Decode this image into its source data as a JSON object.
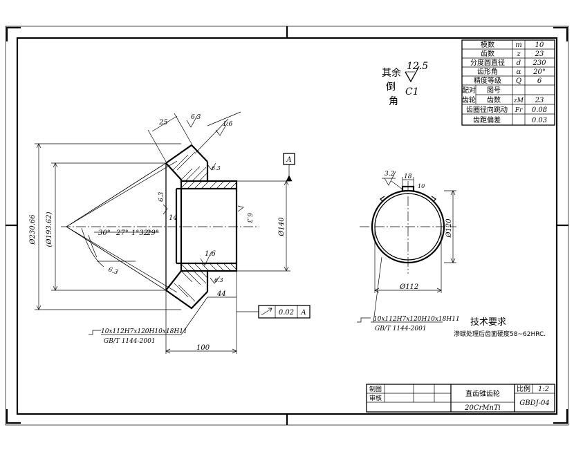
{
  "gear_table": {
    "rows": [
      {
        "label": "模数",
        "symbol": "m",
        "value": "10"
      },
      {
        "label": "齿数",
        "symbol": "z",
        "value": "23"
      },
      {
        "label": "分度圆直径",
        "symbol": "d",
        "value": "230"
      },
      {
        "label": "齿形角",
        "symbol": "α",
        "value": "20°"
      },
      {
        "label": "精度等级",
        "symbol": "Q",
        "value": "6"
      }
    ],
    "mating_label_a": "配对",
    "mating_label_b": "齿轮",
    "drawing_no_label": "图号",
    "teeth_label": "齿数",
    "teeth_symbol": "zM",
    "teeth_value": "23",
    "runout_label": "齿圈径向跳动",
    "runout_symbol": "Fr",
    "runout_value": "0.08",
    "deviation_label": "齿距偏差",
    "deviation_value": "0.03"
  },
  "surface_note": {
    "rest_label": "其余",
    "roughness": "12.5",
    "chamfer_label_a": "倒",
    "chamfer_label_b": "角",
    "chamfer_value": "C1"
  },
  "main_view": {
    "dims": {
      "width_25": "25",
      "rough_63": "6.3",
      "rough_16_top": "1.6",
      "dia_outer": "Ø230.66",
      "dia_pitch": "(Ø193.62)",
      "rough_63_left": "6.3",
      "rough_63_cone": "6.3",
      "rough_63_inner": "6.3",
      "width_14": "14",
      "rough_16_bore": "1.6",
      "rough_63_bottom": "6.3",
      "dia_140": "Ø140",
      "len_44": "44",
      "len_100": "100",
      "angle_a": "30°",
      "angle_b": "27°",
      "angle_c": "1°32'",
      "angle_d": "29°"
    },
    "datum": "A",
    "tolerance_value": "0.02",
    "tolerance_datum": "A",
    "spline_spec_1": "10x112H7x120H10x18H11",
    "spline_std": "GB/T 1144-2001"
  },
  "side_view": {
    "rough_32": "3.2",
    "key_width": "18",
    "key_tol": "10",
    "dia_120": "Ø120",
    "dia_112": "Ø112",
    "spline_spec": "10x112H7x120H10x18H11",
    "spline_std": "GB/T 1144-2001"
  },
  "tech_requirements": {
    "title": "技术要求",
    "line1": "渗碳处理后齿面硬度58~62HRC."
  },
  "title_block": {
    "drawn": "制图",
    "checked": "审核",
    "part_name": "直齿锥齿轮",
    "material": "20CrMnTi",
    "scale_label": "比例",
    "scale_value": "1:2",
    "drawing_no": "GBDJ-04"
  }
}
